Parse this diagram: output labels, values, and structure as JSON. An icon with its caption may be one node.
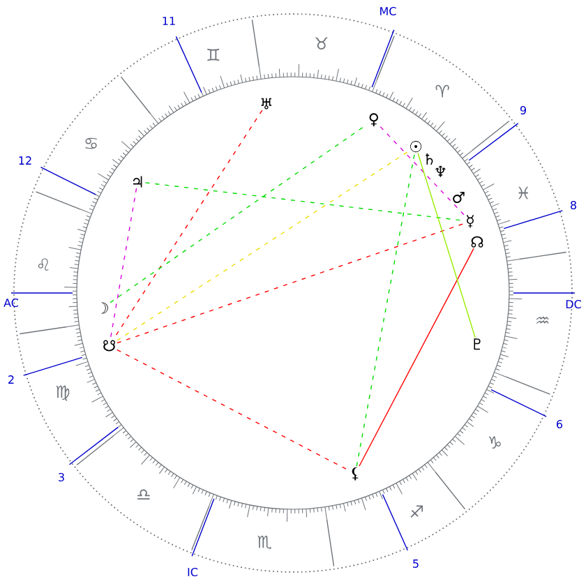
{
  "diagram": {
    "nodes": [
      {
        "text": [
          "♅"
        ]
      },
      {
        "text": [
          "♀"
        ]
      },
      {
        "text": [
          "☉"
        ]
      },
      {
        "text": [
          "♄"
        ]
      },
      {
        "text": [
          "♆"
        ]
      },
      {
        "text": [
          "♂"
        ]
      },
      {
        "text": [
          "☿"
        ]
      },
      {
        "text": [
          "☊"
        ]
      },
      {
        "text": [
          "♇"
        ]
      },
      {
        "text": [
          "⚸"
        ]
      },
      {
        "text": [
          "☽"
        ]
      },
      {
        "text": [
          "☋"
        ]
      },
      {
        "text": [
          "♃"
        ]
      }
    ],
    "edges": [
      {
        "from": 0,
        "to": 11,
        "arrow": "none",
        "style": "dashed",
        "color": "#ff0000"
      },
      {
        "from": 12,
        "to": 6,
        "arrow": "none",
        "style": "dashed",
        "color": "#00dd00"
      },
      {
        "from": 10,
        "to": 1,
        "arrow": "none",
        "style": "dashed",
        "color": "#00dd00"
      },
      {
        "from": 9,
        "to": 2,
        "arrow": "none",
        "style": "dashed",
        "color": "#00dd00"
      },
      {
        "from": 11,
        "to": 2,
        "arrow": "none",
        "style": "dashed",
        "color": "#eedd00"
      },
      {
        "from": 12,
        "to": 11,
        "arrow": "none",
        "style": "dashed",
        "color": "#dd00dd"
      },
      {
        "from": 1,
        "to": 6,
        "arrow": "none",
        "style": "dashed",
        "color": "#dd00dd"
      },
      {
        "from": 11,
        "to": 6,
        "arrow": "none",
        "style": "dashed",
        "color": "#ff0000"
      },
      {
        "from": 11,
        "to": 9,
        "arrow": "none",
        "style": "dashed",
        "color": "#ff0000"
      },
      {
        "from": 9,
        "to": 7,
        "arrow": "none",
        "color": "#ff0000"
      },
      {
        "from": 2,
        "to": 8,
        "arrow": "none",
        "color": "#99ee00"
      }
    ],
    "labels": [
      "MC",
      "11",
      "9",
      "12",
      "8",
      "AC",
      "DC",
      "2",
      "6",
      "3",
      "5",
      "IC",
      "♈",
      "♉",
      "♊",
      "♋",
      "♌",
      "♍",
      "♎",
      "♏",
      "♐",
      "♑",
      "♒",
      "♓"
    ]
  }
}
